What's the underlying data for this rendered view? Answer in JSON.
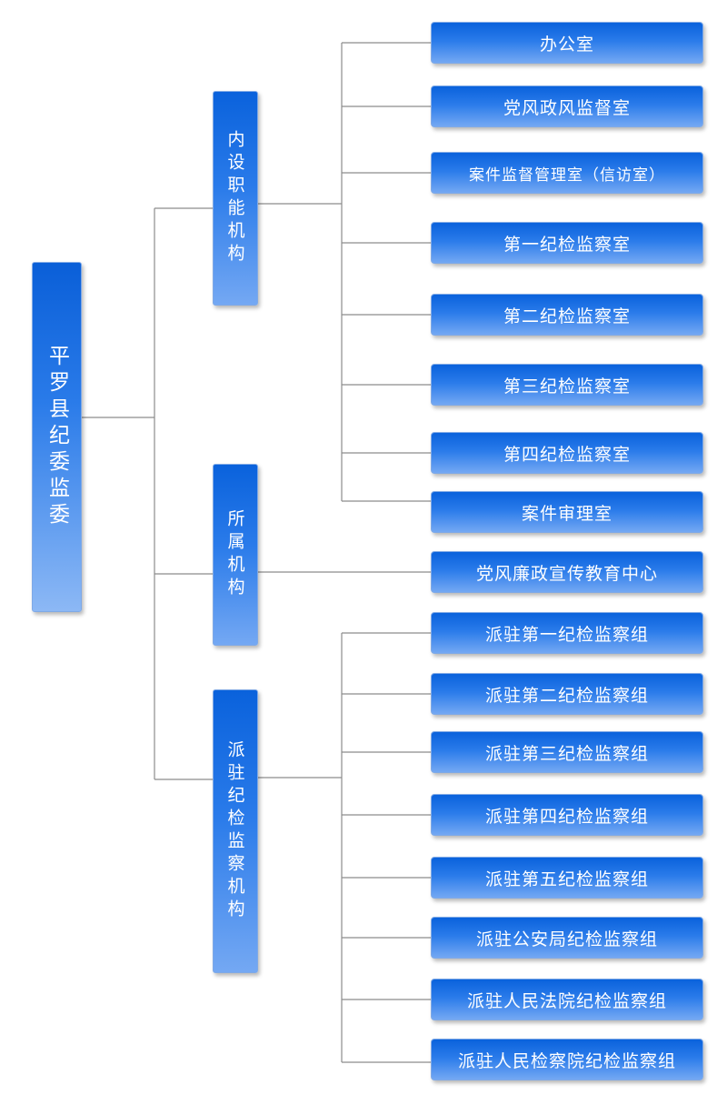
{
  "root": "平罗县纪委监委",
  "categories": [
    {
      "label": "内设职能机构",
      "units": [
        "办公室",
        "党风政风监督室",
        "案件监督管理室（信访室）",
        "第一纪检监察室",
        "第二纪检监察室",
        "第三纪检监察室",
        "第四纪检监察室",
        "案件审理室"
      ]
    },
    {
      "label": "所属机构",
      "units": [
        "党风廉政宣传教育中心"
      ]
    },
    {
      "label": "派驻纪检监察机构",
      "units": [
        "派驻第一纪检监察组",
        "派驻第二纪检监察组",
        "派驻第三纪检监察组",
        "派驻第四纪检监察组",
        "派驻第五纪检监察组",
        "派驻公安局纪检监察组",
        "派驻人民法院纪检监察组",
        "派驻人民检察院纪检监察组"
      ]
    }
  ]
}
